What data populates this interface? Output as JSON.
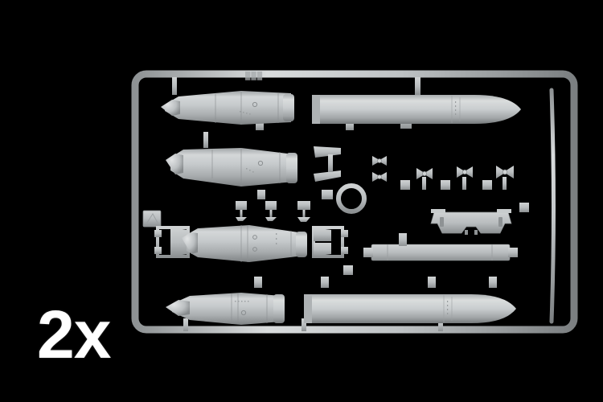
{
  "image": {
    "background_color": "#000000",
    "subject": "plastic-model-sprue-photo",
    "plastic_color": "#b9bdbf",
    "plastic_shadow": "#5f6365",
    "plastic_highlight": "#e6e8e9"
  },
  "quantity_label": {
    "text": "2x",
    "color": "#ffffff"
  },
  "sprue": {
    "frame_label": "",
    "rows": [
      {
        "id": "row-1",
        "parts": [
          {
            "name": "bomb-nose-half-small",
            "type": "bomb-body",
            "label": ""
          },
          {
            "name": "bomb-body-large-right",
            "type": "bomb-body",
            "label": ""
          }
        ]
      },
      {
        "id": "row-2",
        "parts": [
          {
            "name": "bomb-body-half-tapered",
            "type": "bomb-body",
            "label": ""
          },
          {
            "name": "tail-fin-blades",
            "type": "fin",
            "label": ""
          },
          {
            "name": "arming-vane-propeller-a",
            "type": "propeller",
            "label": ""
          },
          {
            "name": "arming-vane-propeller-b",
            "type": "propeller",
            "label": ""
          },
          {
            "name": "arming-vane-propeller-c",
            "type": "propeller",
            "label": ""
          },
          {
            "name": "arming-vane-propeller-d",
            "type": "propeller",
            "label": ""
          }
        ]
      },
      {
        "id": "row-3",
        "parts": [
          {
            "name": "bomb-with-box-tail-fin",
            "type": "bomb-body",
            "label": ""
          },
          {
            "name": "tail-fin-cage-left",
            "type": "fin",
            "label": ""
          },
          {
            "name": "tail-fin-cage-right",
            "type": "fin",
            "label": ""
          },
          {
            "name": "sprue-ring-part",
            "type": "ring",
            "label": ""
          },
          {
            "name": "bomb-rack-cradle",
            "type": "rack",
            "label": ""
          },
          {
            "name": "bomb-rack-rail-bar",
            "type": "rail",
            "label": ""
          },
          {
            "name": "part-number-tab",
            "type": "tab",
            "label": ""
          }
        ]
      },
      {
        "id": "row-4",
        "parts": [
          {
            "name": "bomb-nose-half-lower",
            "type": "bomb-body",
            "label": ""
          },
          {
            "name": "fuel-tank-body-large",
            "type": "bomb-body",
            "label": ""
          }
        ]
      }
    ],
    "side_parts": [
      {
        "name": "thin-blade-strip",
        "type": "blade",
        "label": ""
      }
    ]
  }
}
